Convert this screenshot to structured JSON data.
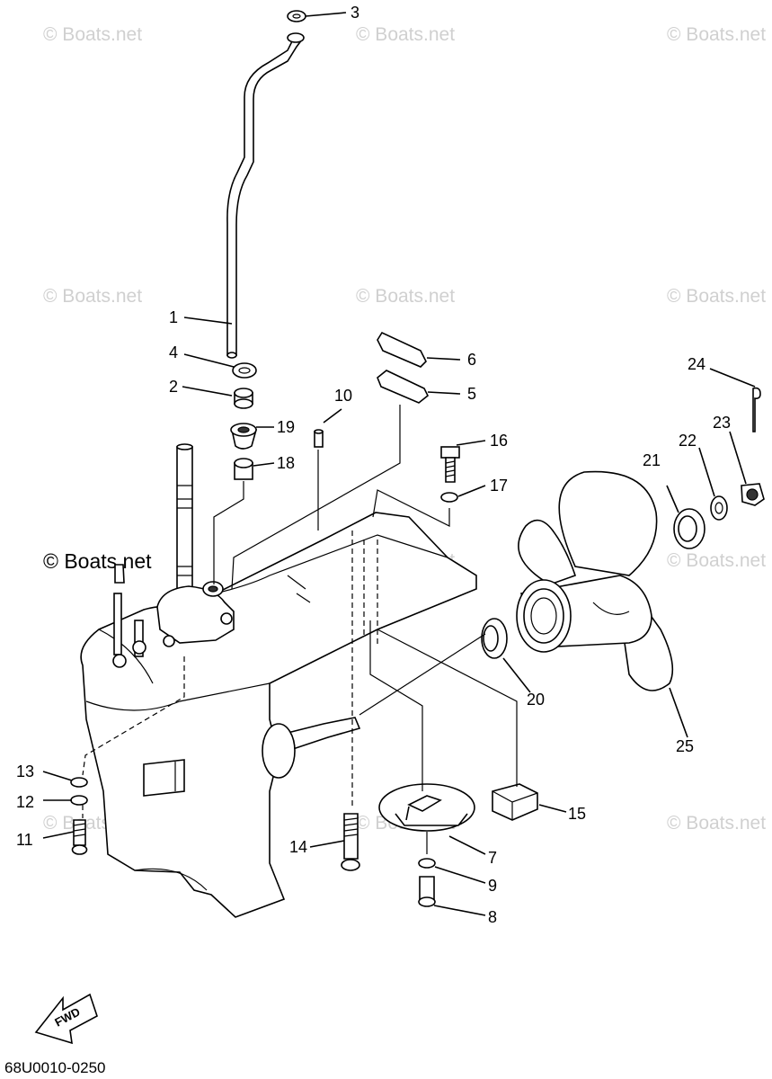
{
  "watermark": "© Boats.net",
  "drawing_code": "68U0010-0250",
  "fwd_label": "FWD",
  "callouts": [
    "1",
    "2",
    "3",
    "4",
    "5",
    "6",
    "7",
    "8",
    "9",
    "10",
    "11",
    "12",
    "13",
    "14",
    "15",
    "16",
    "17",
    "18",
    "19",
    "20",
    "21",
    "22",
    "23",
    "24",
    "25"
  ]
}
